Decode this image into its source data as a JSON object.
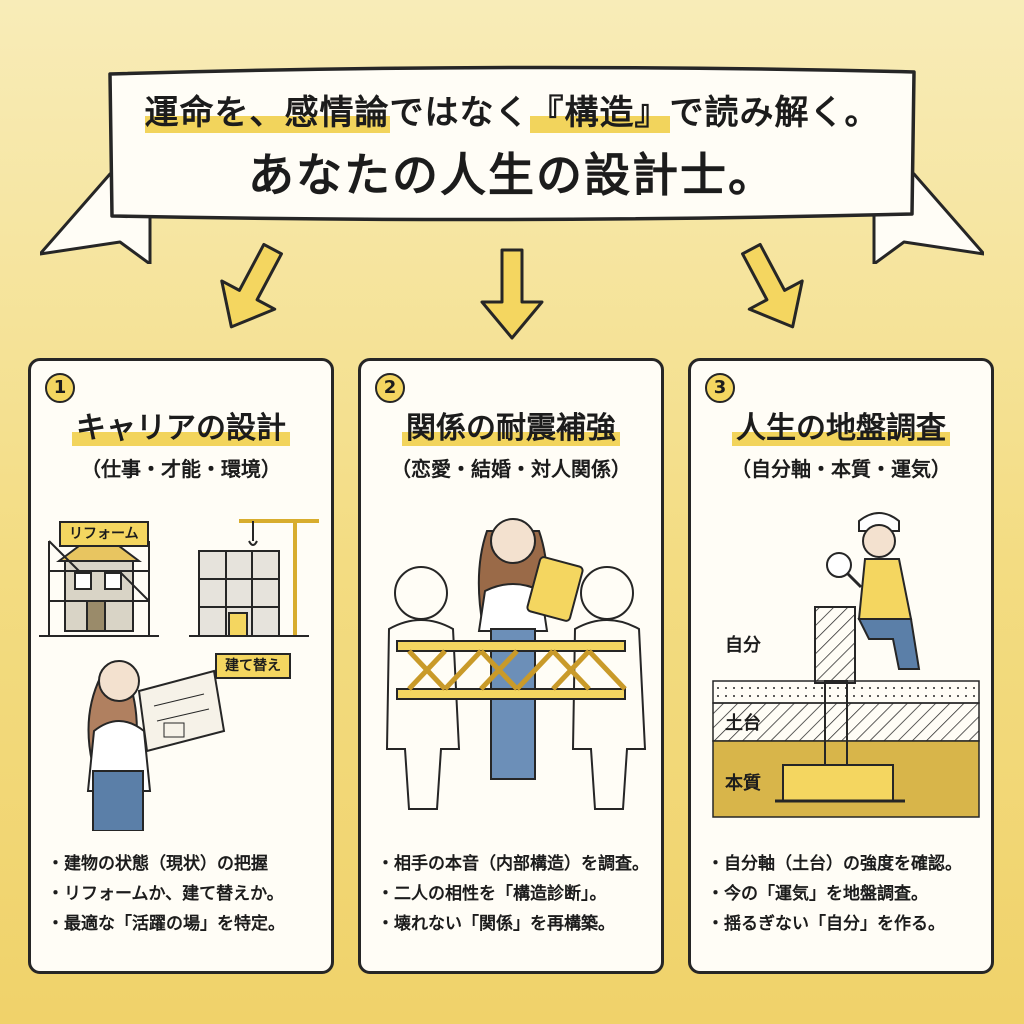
{
  "banner": {
    "line1_parts": [
      "運命を、",
      "感情論",
      "ではなく",
      "『構造』",
      "で読み解く。"
    ],
    "line2": "あなたの人生の設計士。"
  },
  "colors": {
    "background": "#f3dc82",
    "accent_yellow": "#f4d660",
    "ink": "#262626",
    "card": "#fffdf6"
  },
  "cards": [
    {
      "number": "1",
      "title": "キャリアの設計",
      "subtitle": "（仕事・才能・環境）",
      "tags": [
        "リフォーム",
        "建て替え"
      ],
      "bullets": [
        "建物の状態（現状）の把握",
        "リフォームか、建て替えか。",
        "最適な「活躍の場」を特定。"
      ]
    },
    {
      "number": "2",
      "title": "関係の耐震補強",
      "subtitle": "（恋愛・結婚・対人関係）",
      "bullets": [
        "相手の本音（内部構造）を調査。",
        "二人の相性を「構造診断」。",
        "壊れない「関係」を再構築。"
      ]
    },
    {
      "number": "3",
      "title": "人生の地盤調査",
      "subtitle": "（自分軸・本質・運気）",
      "layers": [
        "自分",
        "土台",
        "本質"
      ],
      "bullets": [
        "自分軸（土台）の強度を確認。",
        "今の「運気」を地盤調査。",
        "揺るぎない「自分」を作る。"
      ]
    }
  ]
}
